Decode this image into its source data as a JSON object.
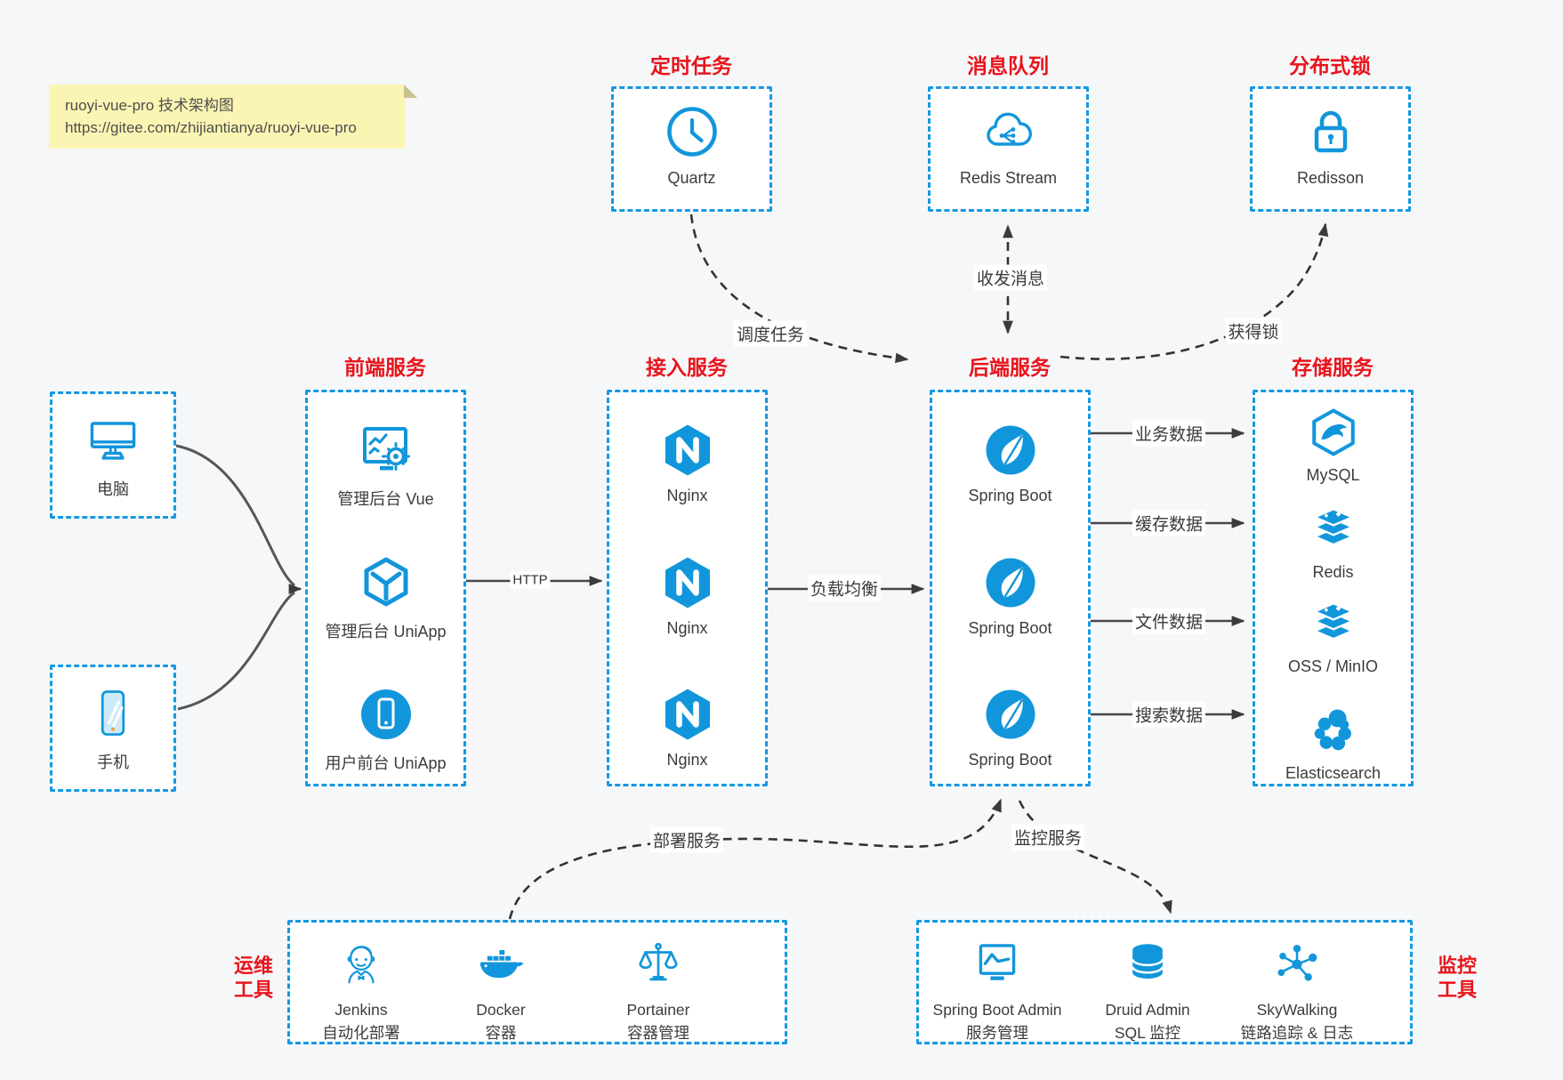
{
  "note": {
    "line1": "ruoyi-vue-pro 技术架构图",
    "line2": "https://gitee.com/zhijiantianya/ruoyi-vue-pro"
  },
  "top_services": [
    {
      "title": "定时任务",
      "label": "Quartz",
      "icon": "clock-icon"
    },
    {
      "title": "消息队列",
      "label": "Redis Stream",
      "icon": "message-cloud-icon"
    },
    {
      "title": "分布式锁",
      "label": "Redisson",
      "icon": "lock-icon"
    }
  ],
  "clients": [
    {
      "label": "电脑",
      "icon": "desktop-icon"
    },
    {
      "label": "手机",
      "icon": "smartphone-icon"
    }
  ],
  "service_groups": [
    {
      "title": "前端服务",
      "items": [
        "管理后台 Vue",
        "管理后台 UniApp",
        "用户前台 UniApp"
      ]
    },
    {
      "title": "接入服务",
      "items": [
        "Nginx",
        "Nginx",
        "Nginx"
      ]
    },
    {
      "title": "后端服务",
      "items": [
        "Spring Boot",
        "Spring Boot",
        "Spring Boot"
      ]
    },
    {
      "title": "存储服务",
      "items": [
        "MySQL",
        "Redis",
        "OSS / MinIO",
        "Elasticsearch"
      ]
    }
  ],
  "tool_groups": [
    {
      "title_line1": "运维",
      "title_line2": "工具",
      "items": [
        {
          "name": "Jenkins",
          "desc": "自动化部署"
        },
        {
          "name": "Docker",
          "desc": "容器"
        },
        {
          "name": "Portainer",
          "desc": "容器管理"
        }
      ]
    },
    {
      "title_line1": "监控",
      "title_line2": "工具",
      "items": [
        {
          "name": "Spring Boot Admin",
          "desc": "服务管理"
        },
        {
          "name": "Druid Admin",
          "desc": "SQL 监控"
        },
        {
          "name": "SkyWalking",
          "desc": "链路追踪 & 日志"
        }
      ]
    }
  ],
  "edge_labels": {
    "http": "HTTP",
    "load_balance": "负载均衡",
    "business_data": "业务数据",
    "cache_data": "缓存数据",
    "file_data": "文件数据",
    "search_data": "搜索数据",
    "schedule_task": "调度任务",
    "send_receive_message": "收发消息",
    "acquire_lock": "获得锁",
    "deploy_service": "部署服务",
    "monitor_service": "监控服务"
  },
  "colors": {
    "accent_blue": "#1296db",
    "border_blue": "#1398e4",
    "title_red": "#e8141c",
    "note_bg": "#fbf5b3",
    "arrow_dark": "#3b3b3b",
    "canvas_bg": "#f6f7f8"
  }
}
